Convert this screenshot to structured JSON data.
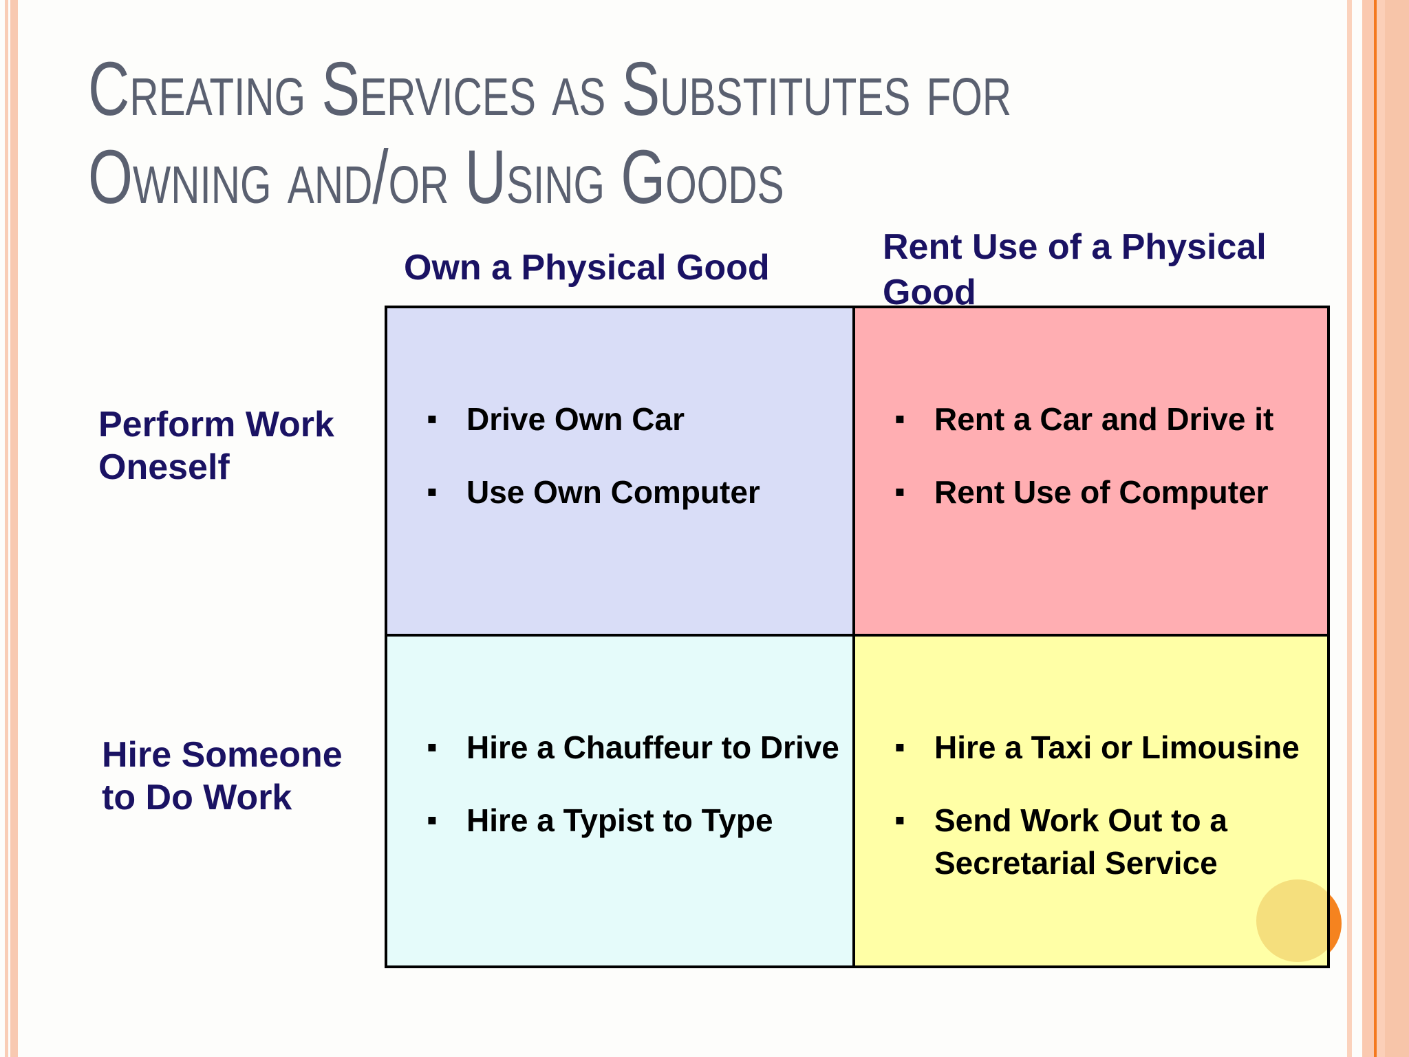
{
  "slide": {
    "title": "Creating Services as Substitutes for Owning and/or Using Goods"
  },
  "matrix": {
    "bullet_glyph": "▪",
    "col_headers": [
      "Own a Physical Good",
      "Rent Use of a Physical Good"
    ],
    "row_headers": [
      "Perform Work Oneself",
      "Hire Someone to Do Work"
    ],
    "quadrants": [
      {
        "id": "perform-own",
        "items": [
          "Drive Own Car",
          "Use Own Computer"
        ]
      },
      {
        "id": "perform-rent",
        "items": [
          "Rent a Car and Drive it",
          "Rent Use of Computer"
        ]
      },
      {
        "id": "hire-own",
        "items": [
          "Hire a Chauffeur to Drive",
          "Hire a Typist to Type"
        ]
      },
      {
        "id": "hire-rent",
        "items": [
          "Hire a Taxi or Limousine",
          "Send Work Out to a Secretarial Service"
        ]
      }
    ]
  },
  "colors": {
    "title_text": "#5A6070",
    "heading_text": "#1A1263",
    "cell_perform_own": "#D9DDF7",
    "cell_perform_rent": "#FFAEB2",
    "cell_hire_own": "#E5FBFA",
    "cell_hire_rent": "#FFFFA6",
    "accent_circle_orange": "#F5831F",
    "accent_circle_gold": "#F5DF7D",
    "edge_stripe_peach": "#F8C9B1",
    "edge_stripe_orange_line": "#F4791F",
    "table_border": "#000000"
  }
}
